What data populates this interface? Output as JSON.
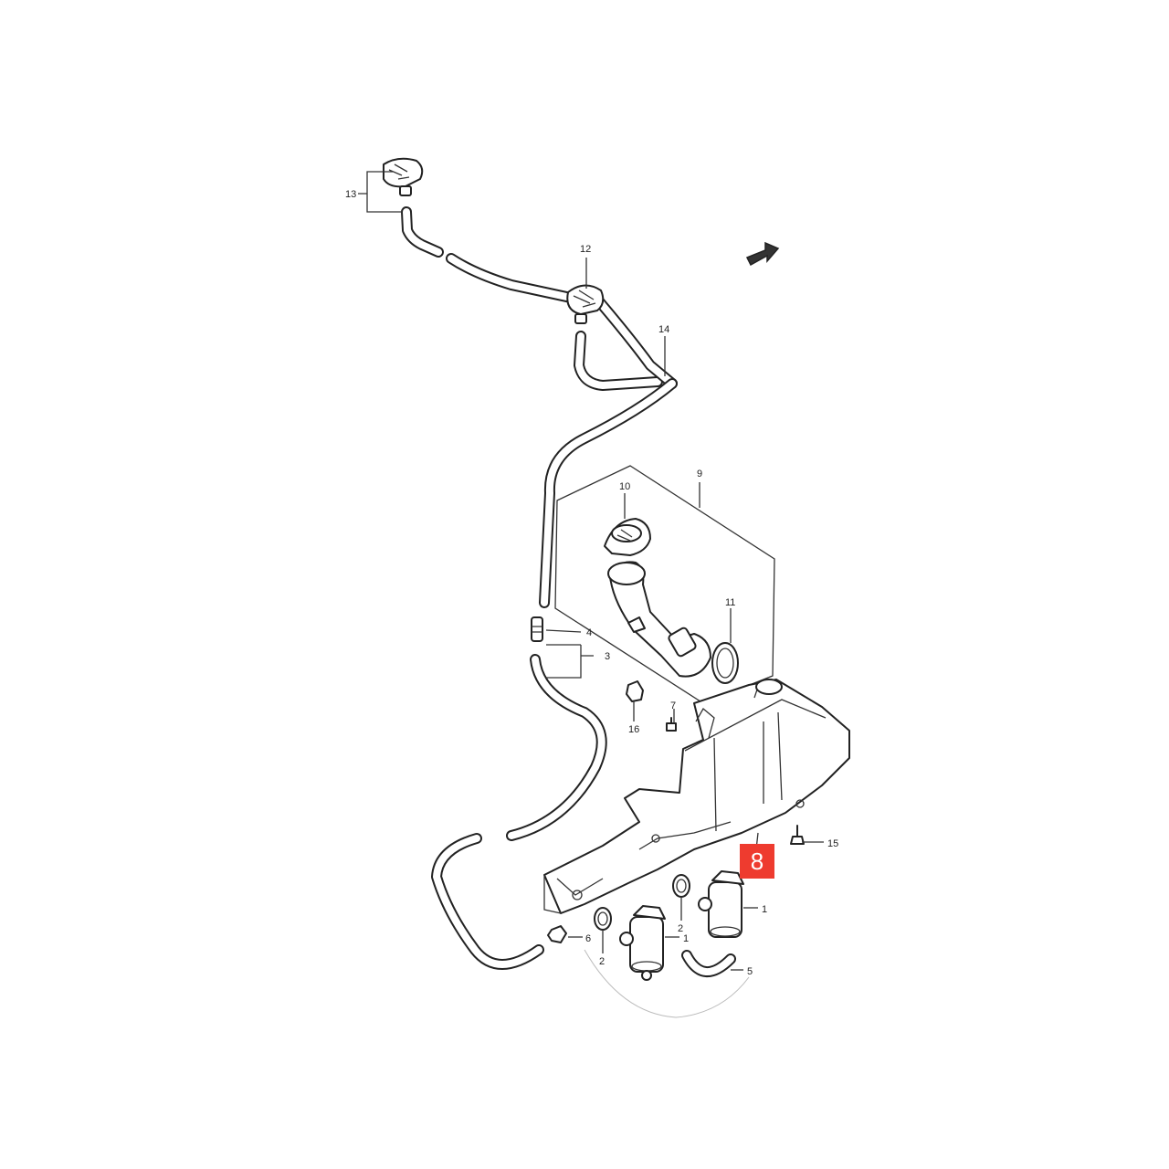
{
  "callouts": {
    "c1a": "1",
    "c1b": "1",
    "c2a": "2",
    "c2b": "2",
    "c3": "3",
    "c4": "4",
    "c5": "5",
    "c6": "6",
    "c7": "7",
    "c9": "9",
    "c10": "10",
    "c11": "11",
    "c12": "12",
    "c13": "13",
    "c14": "14",
    "c15": "15",
    "c16": "16"
  },
  "highlight": {
    "label": "8",
    "color": "#ee3b2f"
  },
  "icons": {
    "front_arrow": "front-direction-arrow-icon"
  }
}
